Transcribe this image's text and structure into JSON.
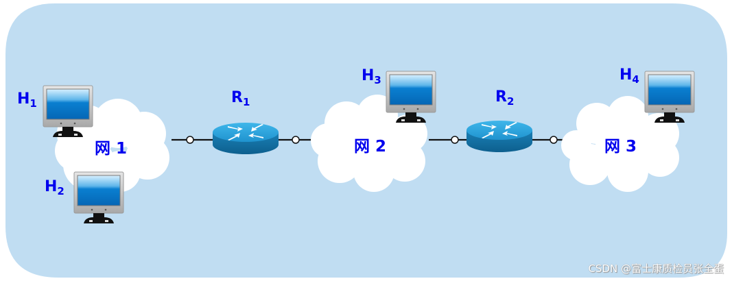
{
  "diagram": {
    "background_color": "#c0ddf2",
    "label_color": "#0000ee",
    "hosts": [
      {
        "id": "H1",
        "letter": "H",
        "sub": "1",
        "network": "net1"
      },
      {
        "id": "H2",
        "letter": "H",
        "sub": "2",
        "network": "net1"
      },
      {
        "id": "H3",
        "letter": "H",
        "sub": "3",
        "network": "net2"
      },
      {
        "id": "H4",
        "letter": "H",
        "sub": "4",
        "network": "net3"
      }
    ],
    "routers": [
      {
        "id": "R1",
        "letter": "R",
        "sub": "1",
        "links": [
          "net1",
          "net2"
        ]
      },
      {
        "id": "R2",
        "letter": "R",
        "sub": "2",
        "links": [
          "net2",
          "net3"
        ]
      }
    ],
    "networks": [
      {
        "id": "net1",
        "label": "网 1"
      },
      {
        "id": "net2",
        "label": "网 2"
      },
      {
        "id": "net3",
        "label": "网 3"
      }
    ]
  },
  "watermark": "CSDN @富士康质检员张全蛋"
}
